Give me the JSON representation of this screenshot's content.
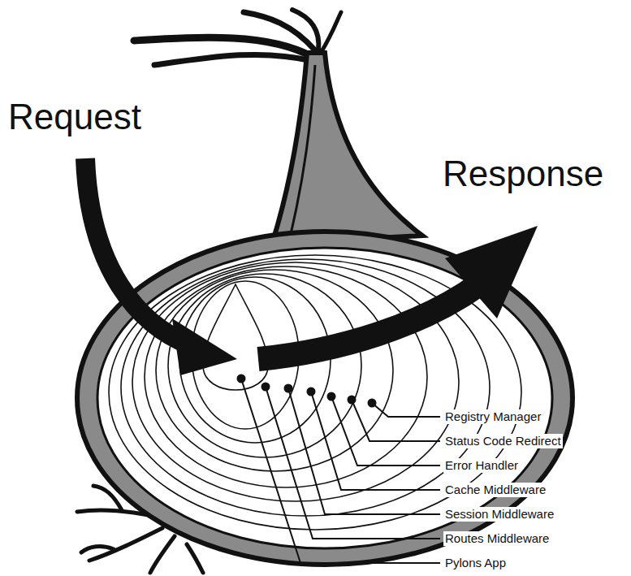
{
  "diagram": {
    "labels": [
      "Request",
      "Response",
      "Registry Manager",
      "Status Code Redirect",
      "Error Handler",
      "Cache Middleware",
      "Session Middleware",
      "Routes Middleware",
      "Pylons App"
    ]
  }
}
